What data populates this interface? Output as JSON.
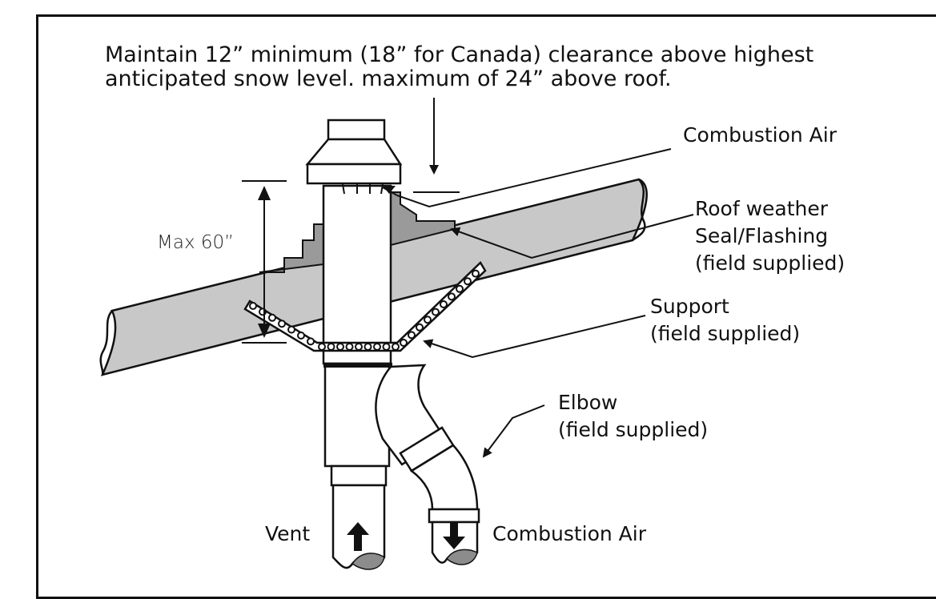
{
  "labels": {
    "clearance_line1": "Maintain 12” minimum (18” for Canada) clearance above highest",
    "clearance_line2": "anticipated snow level. maximum of 24” above roof.",
    "combustion_air_top": "Combustion Air",
    "roof_seal_line1": "Roof weather",
    "roof_seal_line2": "Seal/Flashing",
    "roof_seal_line3": "(field supplied)",
    "max_height": "Max 60”",
    "support_line1": "Support",
    "support_line2": "(field supplied)",
    "elbow_line1": "Elbow",
    "elbow_line2": "(field supplied)",
    "vent": "Vent",
    "combustion_air_bottom": "Combustion Air"
  },
  "colors": {
    "roof": "#c8c8c8",
    "flashing": "#9a9a9a",
    "outline": "#111111",
    "pipe_cut": "#8c8c8c"
  },
  "icons": {
    "vent_flow": "arrow-up-icon",
    "air_flow": "arrow-down-icon"
  }
}
